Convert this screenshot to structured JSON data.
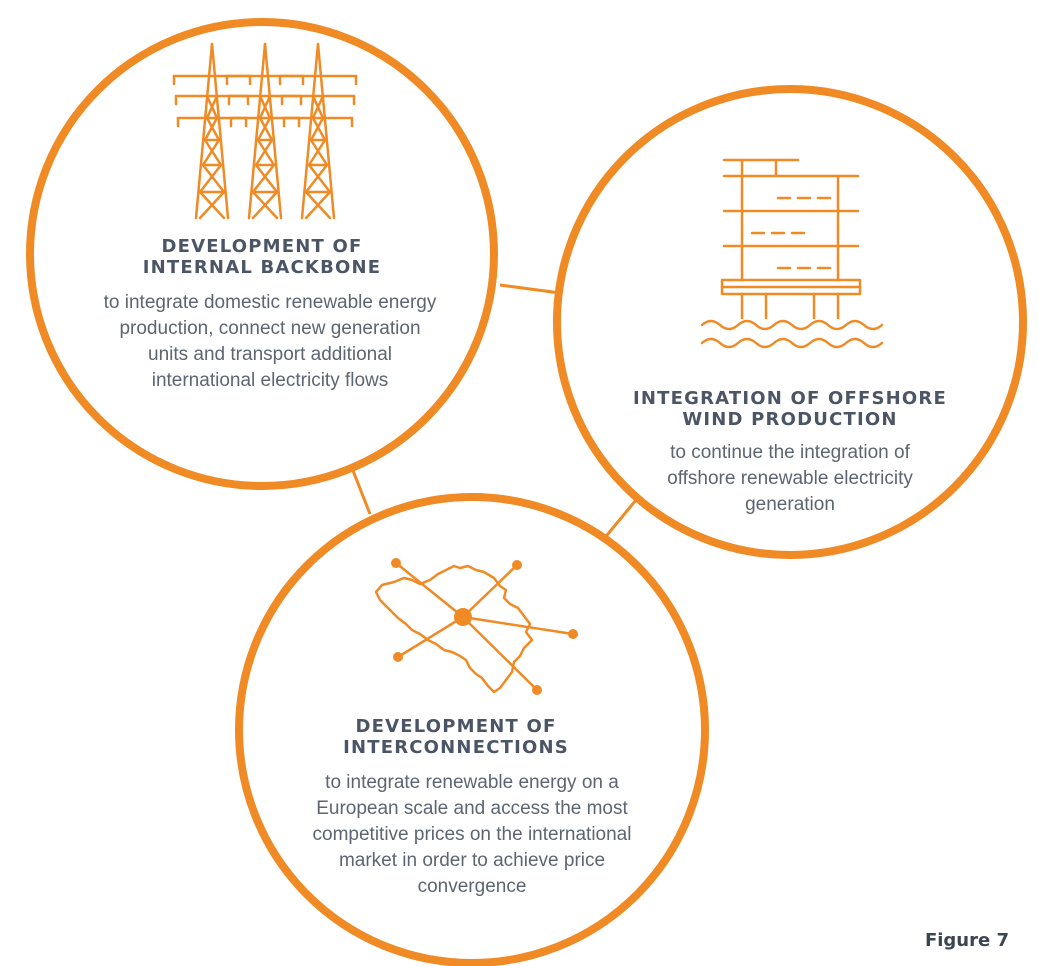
{
  "colors": {
    "accent": "#f08a24",
    "heading": "#4b5566",
    "body_text": "#5d6572",
    "background": "#ffffff"
  },
  "nodes": [
    {
      "id": "internal-backbone",
      "icon": "power-pylons-icon",
      "title_line1": "DEVELOPMENT OF",
      "title_line2": "INTERNAL BACKBONE",
      "description": "to integrate domestic renewable energy production, connect new generation units and transport additional international electricity flows"
    },
    {
      "id": "offshore-wind",
      "icon": "offshore-platform-icon",
      "title_line1": "INTEGRATION OF OFFSHORE",
      "title_line2": "WIND PRODUCTION",
      "description": "to continue the integration of offshore renewable electricity generation"
    },
    {
      "id": "interconnections",
      "icon": "country-map-interconnections-icon",
      "title_line1": "DEVELOPMENT OF",
      "title_line2": "INTERCONNECTIONS",
      "description": "to integrate renewable energy on a European scale and access the most competitive prices on the international market in order to achieve price convergence"
    }
  ],
  "figure_label": "Figure 7"
}
